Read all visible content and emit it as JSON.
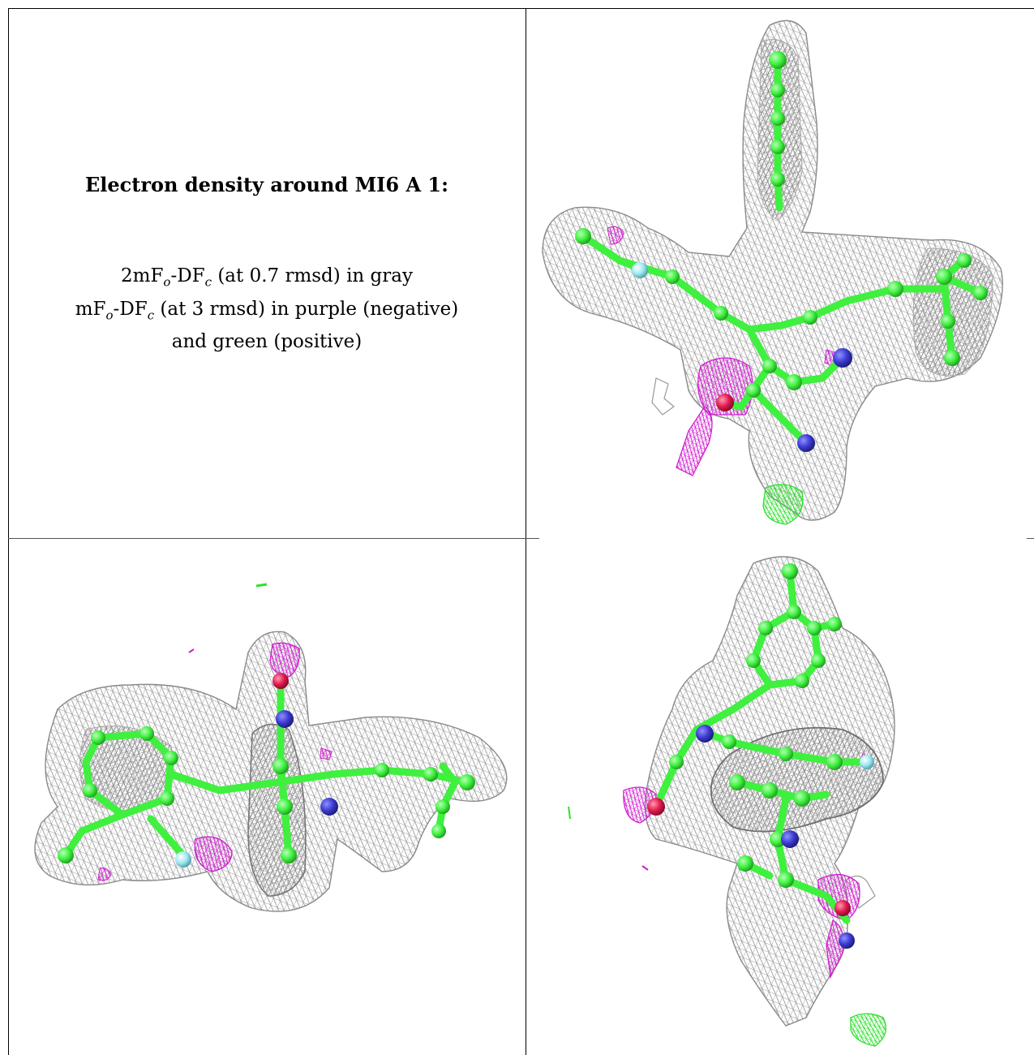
{
  "caption": {
    "title": "Electron density around MI6 A 1:",
    "line1_prefix": "2mF",
    "line1_sub1": "o",
    "line1_mid": "-DF",
    "line1_sub2": "c",
    "line1_suffix": " (at 0.7 rmsd) in gray",
    "line2_prefix": "mF",
    "line2_sub1": "o",
    "line2_mid": "-DF",
    "line2_sub2": "c",
    "line2_suffix": " (at 3 rmsd) in purple (negative)",
    "line3": "and green (positive)"
  },
  "colors": {
    "mesh_gray": "#9a9a9a",
    "negative_purple": "#d21fd2",
    "positive_green": "#2ee02e",
    "carbon_green": "#3ff03f",
    "nitrogen_blue": "#3a3ad0",
    "oxygen_red": "#e0194d",
    "fluorine_cyan": "#9ee8f0"
  },
  "panels": [
    {
      "view": "top-right",
      "icon": "electron-density-view-1"
    },
    {
      "view": "bottom-left",
      "icon": "electron-density-view-2"
    },
    {
      "view": "bottom-right",
      "icon": "electron-density-view-3"
    }
  ]
}
